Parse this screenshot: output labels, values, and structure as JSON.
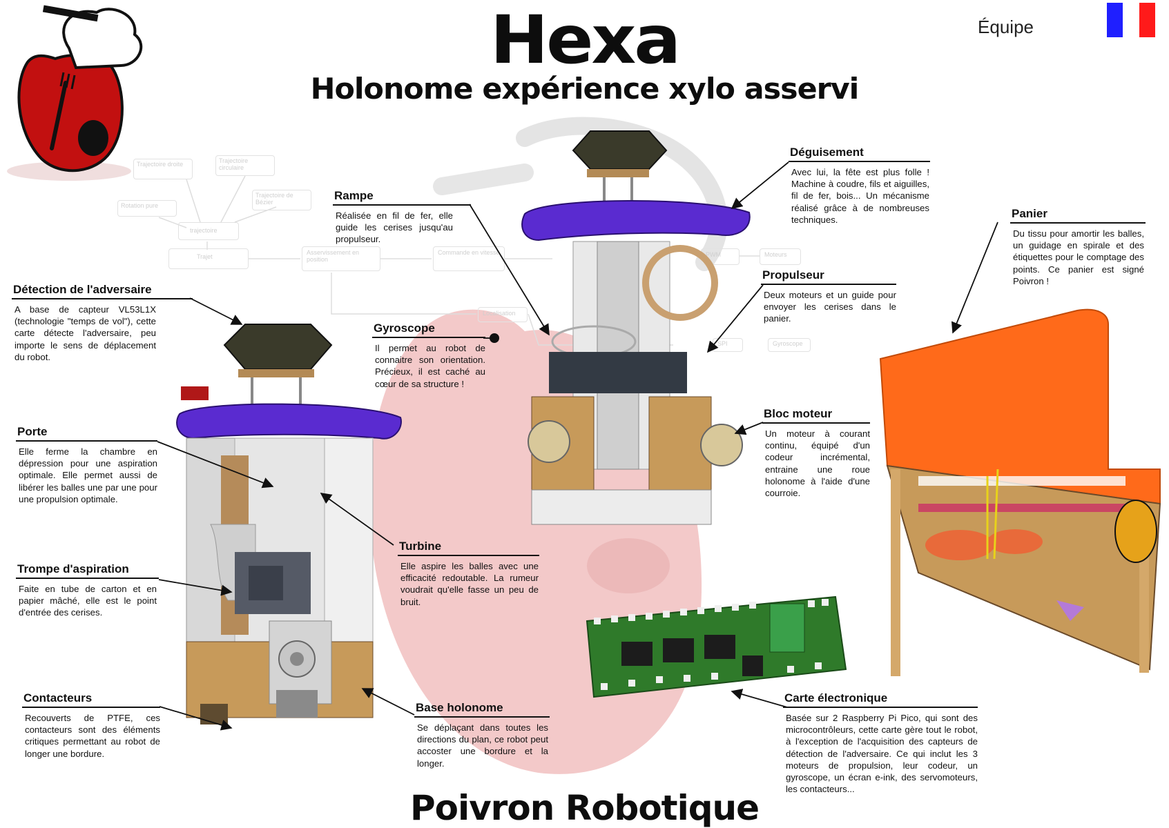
{
  "header": {
    "title": "Hexa",
    "subtitle": "Holonome expérience xylo asservi",
    "team_label": "Équipe",
    "flag_colors": [
      "#1f1fff",
      "#ffffff",
      "#ff1a1a"
    ]
  },
  "footer": {
    "team_name": "Poivron Robotique"
  },
  "diagram": {
    "nodes": [
      "Trajectoire droite",
      "Trajectoire circulaire",
      "Trajectoire de Bézier",
      "Rotation pure",
      "trajectoire",
      "Trajet",
      "Asservissement en position",
      "Commande en vitesse",
      "PWM",
      "Moteurs",
      "Localisation",
      "Gyroscope",
      "SPI"
    ]
  },
  "callouts": [
    {
      "id": "detection",
      "label": "Détection de l'adversaire",
      "text": "A base de capteur VL53L1X (technologie \"temps de vol\"), cette carte détecte l'adversaire, peu importe le sens de déplacement du robot."
    },
    {
      "id": "porte",
      "label": "Porte",
      "text": "Elle ferme la chambre en dépression pour une aspiration optimale. Elle permet aussi de libérer les balles une par une pour une propulsion optimale."
    },
    {
      "id": "trompe",
      "label": "Trompe d'aspiration",
      "text": "Faite en tube de carton et en papier mâché, elle est le point d'entrée des cerises."
    },
    {
      "id": "contacteurs",
      "label": "Contacteurs",
      "text": "Recouverts de PTFE, ces contacteurs sont des éléments critiques permettant au robot de longer une bordure."
    },
    {
      "id": "rampe",
      "label": "Rampe",
      "text": "Réalisée en fil de fer, elle guide les cerises jusqu'au propulseur."
    },
    {
      "id": "gyroscope",
      "label": "Gyroscope",
      "text": "Il permet au robot de connaitre son orientation. Précieux, il est caché au cœur de sa structure !"
    },
    {
      "id": "turbine",
      "label": "Turbine",
      "text": "Elle aspire les balles avec une efficacité redoutable. La rumeur voudrait qu'elle fasse un peu de bruit."
    },
    {
      "id": "base",
      "label": "Base holonome",
      "text": "Se déplaçant dans toutes les directions du plan, ce robot peut accoster une bordure et la longer."
    },
    {
      "id": "deguisement",
      "label": "Déguisement",
      "text": "Avec lui, la fête est plus folle ! Machine à coudre, fils et aiguilles, fil de fer, bois... Un mécanisme réalisé grâce à de nombreuses techniques."
    },
    {
      "id": "propulseur",
      "label": "Propulseur",
      "text": "Deux moteurs et un guide pour envoyer les cerises dans le panier."
    },
    {
      "id": "bloc",
      "label": "Bloc moteur",
      "text": "Un moteur à courant continu, équipé d'un codeur incrémental, entraine une roue holonome à l'aide d'une courroie."
    },
    {
      "id": "panier",
      "label": "Panier",
      "text": "Du tissu pour amortir les balles, un guidage en spirale et des étiquettes pour le comptage des points. Ce panier est signé Poivron !"
    },
    {
      "id": "carte",
      "label": "Carte électronique",
      "text": "Basée sur 2 Raspberry Pi Pico, qui sont des microcontrôleurs, cette carte gère tout le robot, à l'exception de l'acquisition des capteurs de détection de l'adversaire. Ce qui inclut les 3 moteurs de propulsion, leur codeur, un gyroscope, un écran e-ink, des servomoteurs, les contacteurs..."
    }
  ],
  "colors": {
    "pepper_red": "#c21010",
    "pepper_watermark": "#f2c6c6",
    "costume_purple": "#5a2bd0",
    "basket_orange": "#ff6a1a",
    "pcb_green": "#2f7a2a",
    "wood": "#c79a5a"
  }
}
